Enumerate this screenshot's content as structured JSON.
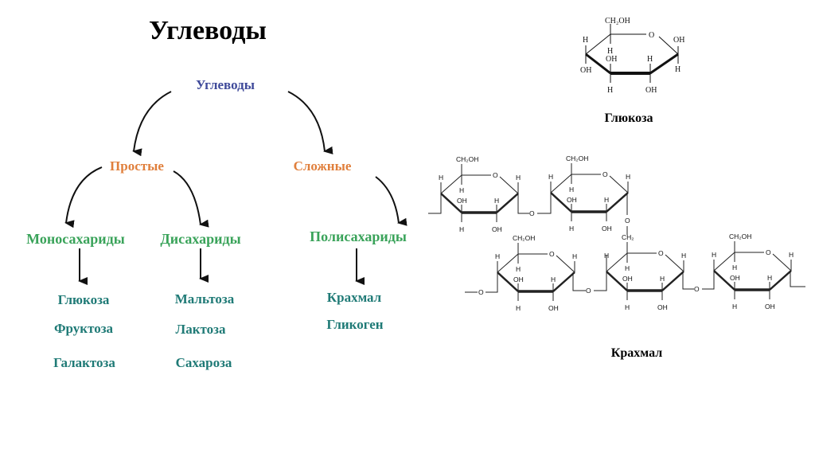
{
  "title": "Углеводы",
  "tree": {
    "root": "Углеводы",
    "branches": [
      {
        "label": "Простые",
        "classes": [
          {
            "label": "Моносахариды",
            "items": [
              "Глюкоза",
              "Фруктоза",
              "Галактоза"
            ]
          },
          {
            "label": "Дисахариды",
            "items": [
              "Мальтоза",
              "Лактоза",
              "Сахароза"
            ]
          }
        ]
      },
      {
        "label": "Сложные",
        "classes": [
          {
            "label": "Полисахариды",
            "items": [
              "Крахмал",
              "Гликоген"
            ]
          }
        ]
      }
    ]
  },
  "structures": {
    "glucose": {
      "caption": "Глюкоза",
      "labels": {
        "ch2oh": "CH₂OH",
        "o": "O",
        "oh": "OH",
        "h": "H"
      }
    },
    "starch": {
      "caption": "Крахмал",
      "labels": {
        "ch2oh": "CH₂OH",
        "ch2": "CH₂",
        "o": "O",
        "oh": "OH",
        "h": "H"
      }
    }
  },
  "colors": {
    "root": "#3f4a9a",
    "branch": "#e07f3c",
    "class": "#3aa35a",
    "item": "#1f7a76"
  }
}
